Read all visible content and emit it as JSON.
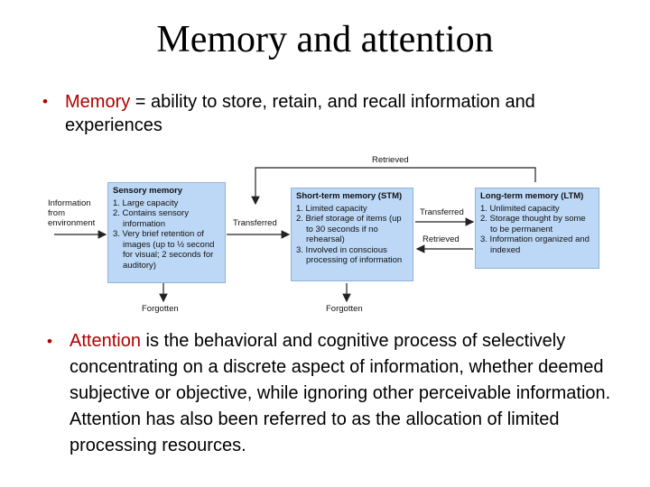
{
  "title": "Memory and attention",
  "bullets": {
    "memory": {
      "term": "Memory",
      "text": " = ability to store, retain, and recall information and experiences"
    },
    "attention": {
      "term": "Attention",
      "text": " is the behavioral and cognitive process of selectively concentrating on a discrete aspect of information, whether deemed subjective or objective, while ignoring other perceivable information. Attention has also been referred to as the allocation of limited processing resources."
    }
  },
  "diagram": {
    "input_label": "Information from environment",
    "retrieved_top": "Retrieved",
    "transferred_left": "Transferred",
    "transferred_right": "Transferred",
    "retrieved_right": "Retrieved",
    "forgotten_left": "Forgotten",
    "forgotten_mid": "Forgotten",
    "sensory": {
      "title": "Sensory memory",
      "items": [
        "1. Large capacity",
        "2. Contains sensory information",
        "3. Very brief retention of images (up to ½ second for visual; 2 seconds for auditory)"
      ]
    },
    "stm": {
      "title": "Short-term memory (STM)",
      "items": [
        "1. Limited capacity",
        "2. Brief storage of items (up to 30 seconds if no rehearsal)",
        "3. Involved in conscious processing of information"
      ]
    },
    "ltm": {
      "title": "Long-term memory (LTM)",
      "items": [
        "1. Unlimited capacity",
        "2. Storage thought by some to be permanent",
        "3. Information organized and indexed"
      ]
    },
    "colors": {
      "box_fill": "#bcd8f6",
      "accent_term": "#b00000"
    }
  }
}
